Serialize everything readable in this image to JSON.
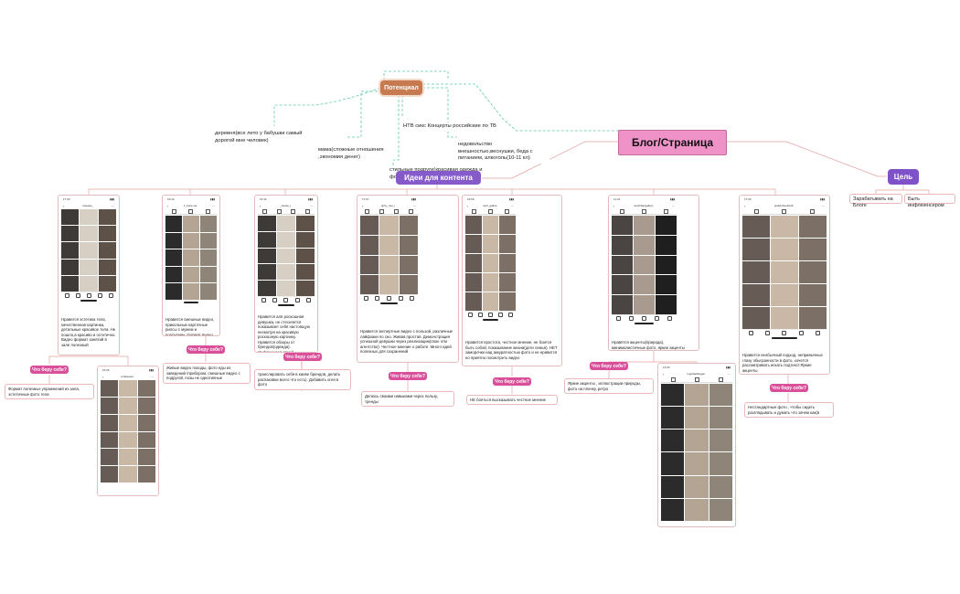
{
  "nodes": {
    "potential": "Потенциал",
    "blog": "Блог/Страница",
    "goal": "Цель",
    "ideas": "Идеи для контента",
    "what_i_take": "Что беру себе?"
  },
  "potential_notes": {
    "village": "деревня(все лето у бабушки самый дорогой мне человек)",
    "mom": "мама(сложные отношения ,экономия денег)",
    "ntv": "НТВ сикс Концерты российские по ТВ",
    "dissatisfaction": "недовольство внешностью,веснушки, беда с питанием, алкоголь(10-11 кл)",
    "style": "стильные подруги(красивая одежда и фото)"
  },
  "goals": {
    "earn": "Зарабатывать на Блоге",
    "influencer": "Быть инфлюенсером"
  },
  "colors": {
    "orange": "#c77a4f",
    "pink": "#d94f9a",
    "purple": "#8052c9",
    "main": "#ee92c8",
    "teal_line": "#5ec9a8",
    "red_line": "#e6a0a0"
  },
  "cards": [
    {
      "handle": "sweetie_",
      "time": "17:00",
      "text": "Нравится эстетика тела, качественная картинка, детальные красивое тела. Не пошло,а красиво и эстетично. Видео формат занятий в зале полезный",
      "takeaway": "Формат полезных упражнений из зала, эстетичные фото тела"
    },
    {
      "handle": "k_bars+na",
      "time": "16:44",
      "text": "Нравится смешные видео, прикольные карточные рилсы с мужем и подругами, формат видео похода",
      "takeaway": "Живые видео походы, фото еды из заведений /прибором, смешные видео с подругой, позы не однотипные"
    },
    {
      "handle": "_olesia_r",
      "time": "16:42",
      "text": "Нравится аля роскошная девушка, не стесняется показывает себя настоящую несмотря на красивую роскошную картинку. Нравится обзоры от брендов(одежда). Инфлюенсер яркий",
      "takeaway": "транслировать себя в канве брендов, делать распаковки всего что есть). Добавить огня в фото"
    },
    {
      "handle": "tiphy_ries_r",
      "time": "17:07",
      "text": "Нравится экспертные видео с пользой, различные лайфхаки по сно. Живая,простая. Демонстрация успешной девушки через реализацию(свое отм агентство). Честное мнение о работе. Много идей полезных для сохранений",
      "takeaway": "Делюсь своими навыками через пользу, тренды"
    },
    {
      "handle": "mph_galina",
      "time": "16:56",
      "text": "Нравится простота, честное мнение, не боится быть собой, показывание жизни(дети семья). НЕТ заморочки над аккуратностью фото и не нравится но приятно посмотреть видео",
      "takeaway": "НЕ бояться высказывать честное мнение"
    },
    {
      "handle": "mochibazgallery",
      "time": "11:21",
      "text": "Нравятся акценты(природа), минималистичные фото, яркие акценты",
      "takeaway": "Яркие акценты , иллюстрации природы, фото на пленку, ретро"
    },
    {
      "handle": "pinkdohoefohdt",
      "time": "17:00",
      "text": "Нравится необычный подход, непривычные глазу обыгранности в фото, хочется рассматривать искать подтекст.Яркие акценты",
      "takeaway": "Нестандартные фото , чтобы сидеть разглядывать и думать что зачем как(в"
    }
  ],
  "extra_phones": [
    {
      "handle": "pinksiaset",
      "time": "16:36"
    },
    {
      "handle": "reginfaalbugan",
      "time": "12:00"
    }
  ]
}
